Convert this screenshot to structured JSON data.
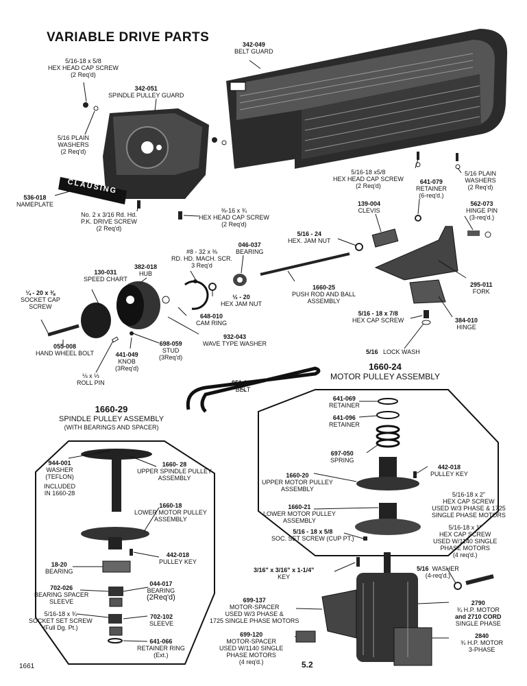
{
  "title": "VARIABLE DRIVE PARTS",
  "page_code": "1661",
  "page_number": "5.2",
  "nameplate_text": "CLAUSING",
  "parts": {
    "belt_guard": {
      "pn": "342-049",
      "name": "BELT GUARD"
    },
    "hex_cap_screw_top": {
      "qty": "5/16-18 x 5/8",
      "name": "HEX HEAD CAP SCREW",
      "req": "(2 Req'd)"
    },
    "spindle_pulley_guard": {
      "pn": "342-051",
      "name": "SPINDLE PULLEY GUARD"
    },
    "plain_washers_left": {
      "size": "5/16 PLAIN",
      "name": "WASHERS",
      "req": "(2 Req'd)"
    },
    "nameplate": {
      "pn": "536-018",
      "name": "NAMEPLATE"
    },
    "drive_screw": {
      "line1": "No. 2 x 3/16 Rd. Hd.",
      "line2": "P.K. DRIVE SCREW",
      "req": "(2 Req'd)"
    },
    "hex_head_cap_screw_mid": {
      "qty": "⅜-16 x ¾",
      "name": "HEX HEAD CAP SCREW",
      "req": "(2 Req'd)"
    },
    "hex_cap_screw_right": {
      "qty": "5/16-18 x5/8",
      "name": "HEX HEAD CAP SCREW",
      "req": "(2 Req'd)"
    },
    "retainer_top": {
      "pn": "641-079",
      "name": "RETAINER",
      "req": "(6-req'd.)"
    },
    "plain_washers_right": {
      "size": "5/16 PLAIN",
      "name": "WASHERS",
      "req": "(2 Req'd)"
    },
    "clevis": {
      "pn": "139-004",
      "name": "CLEVIS"
    },
    "hinge_pin": {
      "pn": "562-073",
      "name": "HINGE PIN",
      "req": "(3-req'd.)"
    },
    "hex_jam_nut_top": {
      "size": "5/16 - 24",
      "name": "HEX. JAM NUT"
    },
    "mach_screw": {
      "line1": "#8 - 32 x ⅜",
      "line2": "RD. HD. MACH. SCR.",
      "req": "3 Req'd"
    },
    "bearing_top": {
      "pn": "046-037",
      "name": "BEARING"
    },
    "speed_chart": {
      "pn": "130-031",
      "name": "SPEED CHART"
    },
    "hub": {
      "pn": "382-018",
      "name": "HUB"
    },
    "socket_cap_screw": {
      "qty": "¼ - 20 x ⅜",
      "name": "SOCKET CAP",
      "name2": "SCREW"
    },
    "hex_jam_nut_mid": {
      "size": "½ - 20",
      "name": "HEX JAM NUT"
    },
    "push_rod": {
      "pn": "1660-25",
      "name": "PUSH ROD AND BALL",
      "name2": "ASSEMBLY"
    },
    "fork": {
      "pn": "295-011",
      "name": "FORK"
    },
    "cam_ring": {
      "pn": "648-010",
      "name": "CAM RING"
    },
    "hex_cap_screw_fork": {
      "qty": "5/16 - 18 x 7/8",
      "name": "HEX CAP SCREW"
    },
    "hinge": {
      "pn": "384-010",
      "name": "HINGE"
    },
    "wave_washer": {
      "pn": "932-043",
      "name": "WAVE TYPE WASHER"
    },
    "hand_wheel_bolt": {
      "pn": "055-008",
      "name": "HAND WHEEL BOLT"
    },
    "stud": {
      "pn": "698-059",
      "name": "STUD",
      "req": "(3Req'd)"
    },
    "knob": {
      "pn": "441-049",
      "name": "KNOB",
      "req": "(3Req'd)"
    },
    "lock_wash": {
      "size": "5/16",
      "name": "LOCK WASH"
    },
    "roll_pin": {
      "qty": "⅛ x ⅓",
      "name": "ROLL PIN"
    },
    "belt": {
      "pn": "051-028",
      "name": "BELT"
    }
  },
  "motor_pulley_assembly": {
    "pn": "1660-24",
    "name": "MOTOR PULLEY ASSEMBLY",
    "retainer_a": {
      "pn": "641-069",
      "name": "RETAINER"
    },
    "retainer_b": {
      "pn": "641-096",
      "name": "RETAINER"
    },
    "spring": {
      "pn": "697-050",
      "name": "SPRING"
    },
    "pulley_key": {
      "pn": "442-018",
      "name": "PULLEY KEY"
    },
    "upper_motor_pulley": {
      "pn": "1660-20",
      "name": "UPPER MOTOR PULLEY",
      "name2": "ASSEMBLY"
    },
    "lower_motor_pulley": {
      "pn": "1660-21",
      "name": "LOWER MOTOR PULLEY",
      "name2": "ASSEMBLY"
    },
    "set_screw": {
      "qty": "5/16 - 18 x 5/8",
      "name": "SOC. SET SCREW (CUP PT.)"
    }
  },
  "spindle_pulley_assembly": {
    "pn": "1660-29",
    "name": "SPINDLE PULLEY ASSEMBLY",
    "sub": "(WITH BEARINGS AND SPACER)",
    "washer": {
      "pn": "944-001",
      "name": "WASHER",
      "name2": "(TEFLON)",
      "note1": "INCLUDED",
      "note2": "IN 1660-28"
    },
    "upper_spindle_pulley": {
      "pn": "1660- 28",
      "name": "UPPER SPINDLE PULLEY",
      "name2": "ASSEMBLY"
    },
    "lower_motor_pulley": {
      "pn": "1660-18",
      "name": "LOWER MOTOR PULLEY",
      "name2": "ASSEMBLY"
    },
    "pulley_key": {
      "pn": "442-018",
      "name": "PULLEY KEY"
    },
    "bearing": {
      "pn": "18-20",
      "name": "BEARING"
    },
    "bearing2": {
      "pn": "044-017",
      "name": "BEARING",
      "req": "(2Req'd)"
    },
    "spacer_sleeve": {
      "pn": "702-026",
      "name": "BEARING SPACER",
      "name2": "SLEEVE"
    },
    "socket_set_screw": {
      "qty": "5/16-18 x ¾",
      "name": "SOCKET SET SCREW",
      "name2": "(Full Dg. Pt.)"
    },
    "sleeve": {
      "pn": "702-102",
      "name": "SLEEVE"
    },
    "retainer_ring": {
      "pn": "641-066",
      "name": "RETAINER RING",
      "name2": "(Ext.)"
    }
  },
  "motor_section": {
    "hex_cap_screw_a": {
      "qty": "5/16-18 x 2\"",
      "name": "HEX CAP SCREW",
      "line3": "USED W/3 PHASE & 1725",
      "line4": "SINGLE PHASE MOTORS"
    },
    "hex_cap_screw_b": {
      "qty": "5/16-18 x 1\"",
      "name": "HEX CAP SCREW",
      "line3": "USED W/1140 SINGLE",
      "line4": "PHASE MOTORS",
      "req": "(4 req'd.)"
    },
    "key": {
      "qty": "3/16\" x 3/16\" x 1-1/4\"",
      "name": "KEY"
    },
    "washer": {
      "size": "5/16",
      "name": "WASHER",
      "req": "(4-req'd.)"
    },
    "spacer_a": {
      "pn": "699-137",
      "name": "MOTOR-SPACER",
      "line3": "USED W/3 PHASE &",
      "line4": "1725 SINGLE PHASE MOTORS"
    },
    "spacer_b": {
      "pn": "699-120",
      "name": "MOTOR-SPACER",
      "line3": "USED W/1140 SINGLE",
      "line4": "PHASE MOTORS",
      "req": "(4 req'd.)"
    },
    "motor_single": {
      "pn": "2790",
      "line2": "¾ H.P. MOTOR",
      "line3": "and 2710 CORD",
      "line4": "SINGLE PHASE"
    },
    "motor_three": {
      "pn": "2840",
      "line2": "¾ H.P. MOTOR",
      "line3": "3-PHASE"
    }
  }
}
